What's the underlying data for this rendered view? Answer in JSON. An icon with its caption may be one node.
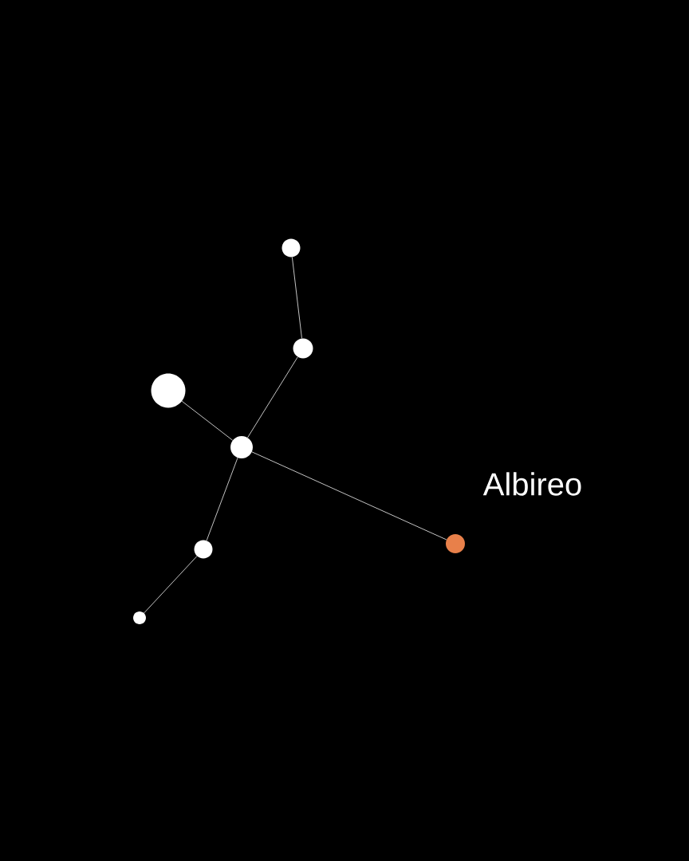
{
  "diagram": {
    "nodes": [
      {
        "text": [],
        "shape": "circle"
      },
      {
        "text": [],
        "shape": "circle"
      },
      {
        "text": [],
        "shape": "circle"
      },
      {
        "text": [],
        "shape": "circle"
      },
      {
        "text": [],
        "shape": "circle"
      },
      {
        "text": [],
        "shape": "circle",
        "beside": [
          "Albireo"
        ]
      },
      {
        "text": [],
        "shape": "circle"
      }
    ],
    "edges": [
      {
        "from": 0,
        "to": 1,
        "arrow": "none"
      },
      {
        "from": 1,
        "to": 3,
        "arrow": "none"
      },
      {
        "from": 2,
        "to": 3,
        "arrow": "none"
      },
      {
        "from": 3,
        "to": 5,
        "arrow": "none"
      },
      {
        "from": 3,
        "to": 4,
        "arrow": "none"
      },
      {
        "from": 4,
        "to": 6,
        "arrow": "none"
      }
    ]
  }
}
